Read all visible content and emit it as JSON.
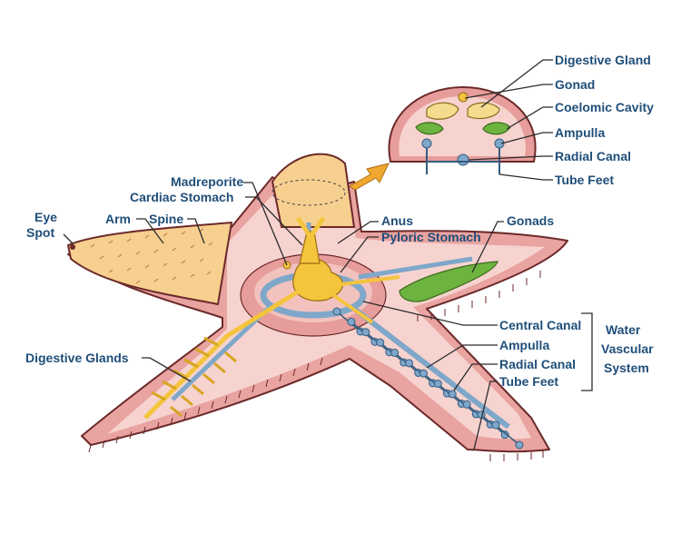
{
  "labels": {
    "eye_spot_1": "Eye",
    "eye_spot_2": "Spot",
    "arm": "Arm",
    "spine": "Spine",
    "madreporite": "Madreporite",
    "cardiac_stomach": "Cardiac Stomach",
    "anus": "Anus",
    "pyloric_stomach": "Pyloric Stomach",
    "gonads": "Gonads",
    "digestive_glands": "Digestive Glands",
    "central_canal": "Central Canal",
    "ampulla": "Ampulla",
    "radial_canal": "Radial Canal",
    "tube_feet": "Tube Feet"
  },
  "inset_labels": {
    "digestive_gland": "Digestive Gland",
    "gonad": "Gonad",
    "coelomic_cavity": "Coelomic Cavity",
    "ampulla": "Ampulla",
    "radial_canal": "Radial Canal",
    "tube_feet": "Tube Feet"
  },
  "system_group": {
    "line1": "Water",
    "line2": "Vascular",
    "line3": "System"
  },
  "colors": {
    "label_text": "#1f4e79",
    "body_pink": "#e9a3a1",
    "body_light": "#f6d3cf",
    "skin_yellow": "#f7cf8f",
    "outline": "#6b2a2a",
    "canal_blue": "#7fa7c9",
    "organ_yellow": "#f4c43d",
    "gonad_green": "#6db33f",
    "arrow_orange": "#f0a830"
  }
}
